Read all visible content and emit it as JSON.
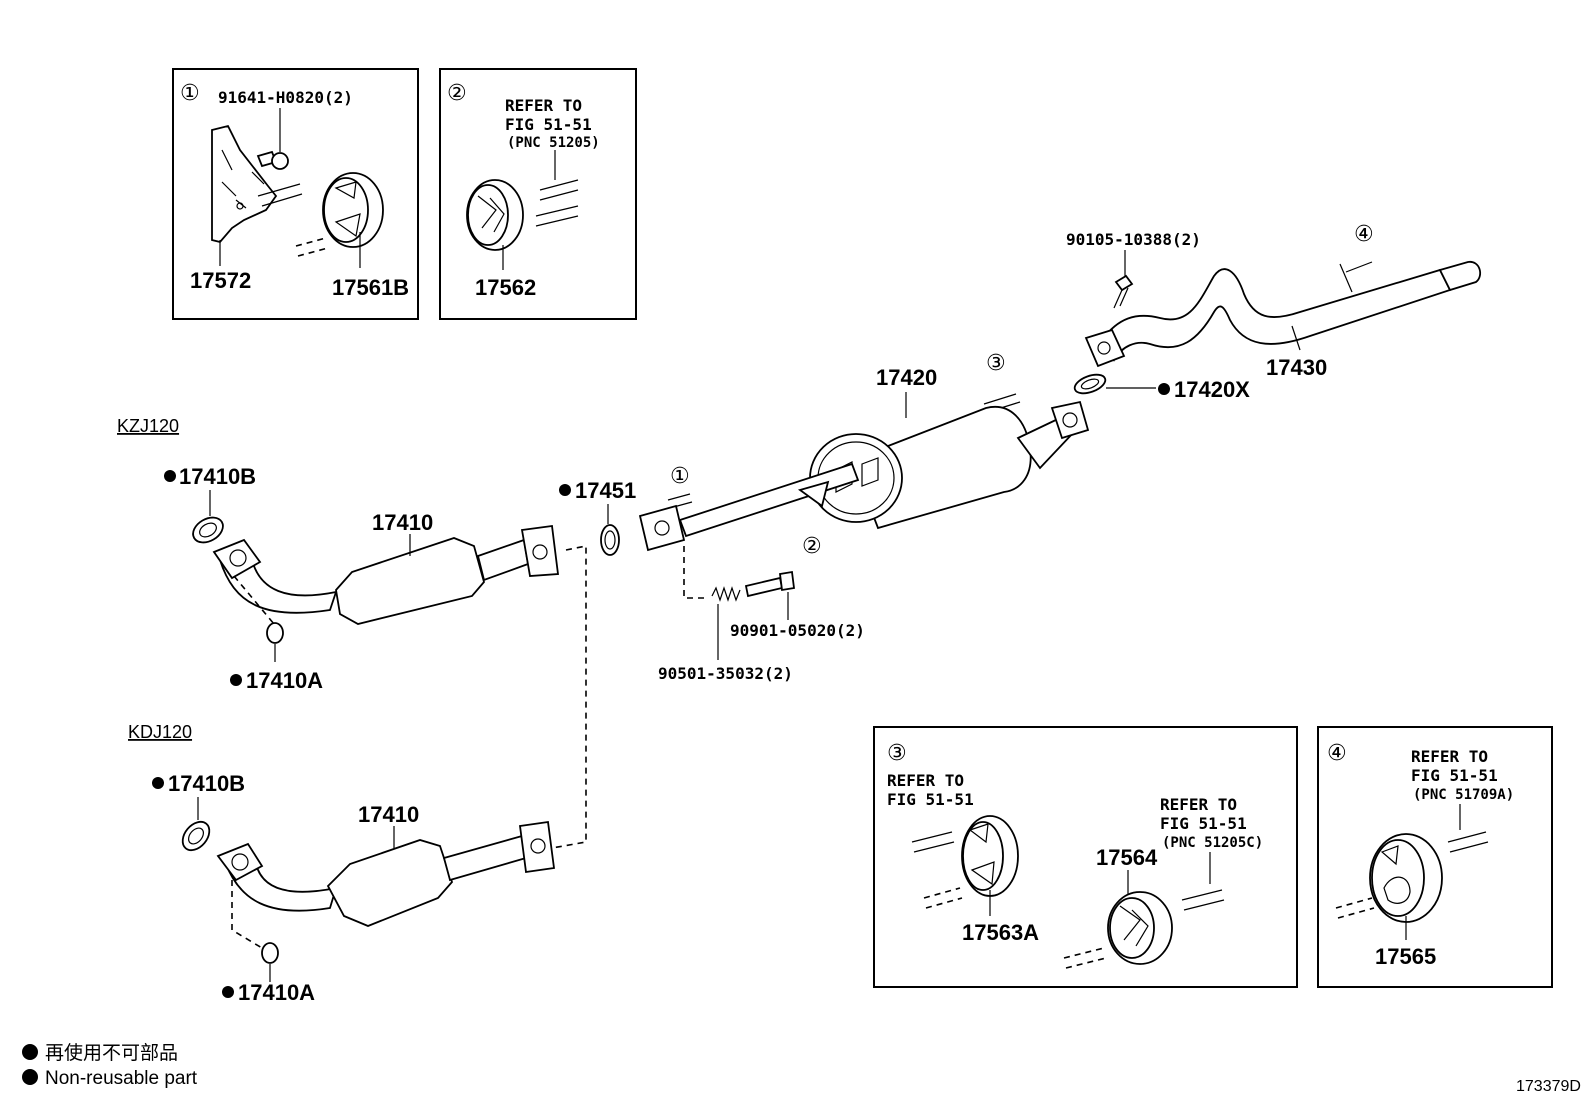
{
  "insets": {
    "inset1": {
      "marker": "①",
      "bolt": "91641-H0820(2)",
      "bracket": "17572",
      "hanger": "17561B"
    },
    "inset2": {
      "marker": "②",
      "ref_line1": "REFER TO",
      "ref_line2": "FIG 51-51",
      "ref_line3": "(PNC 51205)",
      "hanger": "17562"
    },
    "inset3": {
      "marker": "③",
      "ref_a_line1": "REFER TO",
      "ref_a_line2": "FIG 51-51",
      "hanger_a": "17563A",
      "ref_b_line1": "REFER TO",
      "ref_b_line2": "FIG 51-51",
      "ref_b_line3": "(PNC 51205C)",
      "hanger_b": "17564"
    },
    "inset4": {
      "marker": "④",
      "ref_line1": "REFER TO",
      "ref_line2": "FIG 51-51",
      "ref_line3": "(PNC 51709A)",
      "hanger": "17565"
    }
  },
  "main": {
    "tailpipe_bolt": "90105-10388(2)",
    "tailpipe_marker": "④",
    "tailpipe": "17430",
    "muffler": "17420",
    "muffler_marker": "③",
    "gasket_tail": "17420X",
    "center_marker_1": "①",
    "center_marker_2": "②",
    "gasket_center": "17451",
    "spring_bolt": "90901-05020(2)",
    "spring": "90501-35032(2)"
  },
  "kzj": {
    "model": "KZJ120",
    "gasket": "17410B",
    "front_pipe": "17410",
    "nut": "17410A"
  },
  "kdj": {
    "model": "KDJ120",
    "gasket": "17410B",
    "front_pipe": "17410",
    "nut": "17410A"
  },
  "legend": {
    "line_ja": "再使用不可部品",
    "line_en": "Non-reusable part"
  },
  "figure_id": "173379D"
}
